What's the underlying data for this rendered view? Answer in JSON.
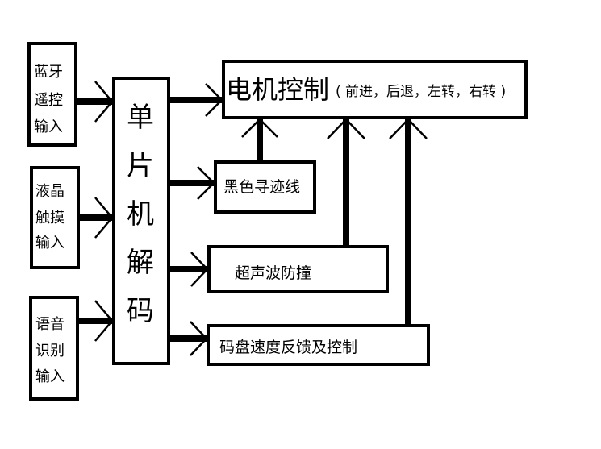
{
  "inputs": {
    "bluetooth": [
      "蓝牙",
      "遥控",
      "输入"
    ],
    "lcd": [
      "液晶",
      "触摸",
      "输入"
    ],
    "voice": [
      "语音",
      "识别",
      "输入"
    ]
  },
  "mcu": [
    "单",
    "片",
    "机",
    "解",
    "码"
  ],
  "motor": {
    "title": "电机控制",
    "detail": "( 前进，后退，左转，右转 )"
  },
  "modules": {
    "line_tracking": "黑色寻迹线",
    "ultrasonic": "超声波防撞",
    "encoder": "码盘速度反馈及控制"
  }
}
